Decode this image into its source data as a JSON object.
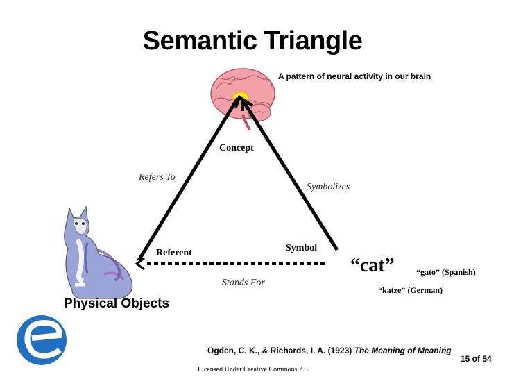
{
  "slide": {
    "title": "Semantic Triangle",
    "brain_caption": "A pattern of neural activity in our brain",
    "nodes": {
      "concept": "Concept",
      "referent": "Referent",
      "symbol": "Symbol"
    },
    "edges": {
      "refers_to": "Refers To",
      "symbolizes": "Symbolizes",
      "stands_for": "Stands For"
    },
    "physical_objects": "Physical Objects",
    "symbol_word": "“cat”",
    "translations": {
      "spanish": "“gato” (Spanish)",
      "german": "“katze” (German)"
    },
    "citation": {
      "authors": "Ogden, C. K., & Richards, I. A. (1923)",
      "book": "The Meaning of Meaning"
    },
    "page": {
      "indicator": "15 of 54"
    },
    "license": "Licensed Under Creative Commons 2.5",
    "colors": {
      "brain": "#f4a0a8",
      "brain_highlight": "#ffee00",
      "logo_blue": "#1f6fc4",
      "line": "#000000"
    }
  }
}
